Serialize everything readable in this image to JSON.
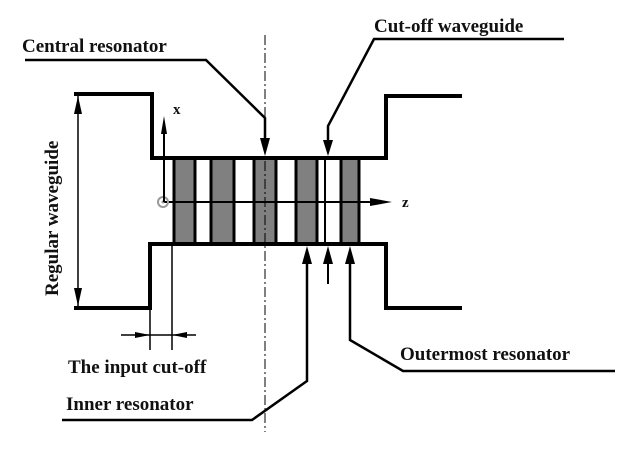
{
  "diagram": {
    "labels": {
      "central_resonator": "Central resonator",
      "cutoff_waveguide": "Cut-off waveguide",
      "regular_waveguide": "Regular waveguide",
      "input_cutoff": "The input cut-off",
      "inner_resonator": "Inner resonator",
      "outermost_resonator": "Outermost resonator",
      "axis_x": "x",
      "axis_z": "z"
    },
    "colors": {
      "line": "#000000",
      "resonator_fill": "#808080",
      "background": "#ffffff"
    },
    "resonator_count": 5
  }
}
